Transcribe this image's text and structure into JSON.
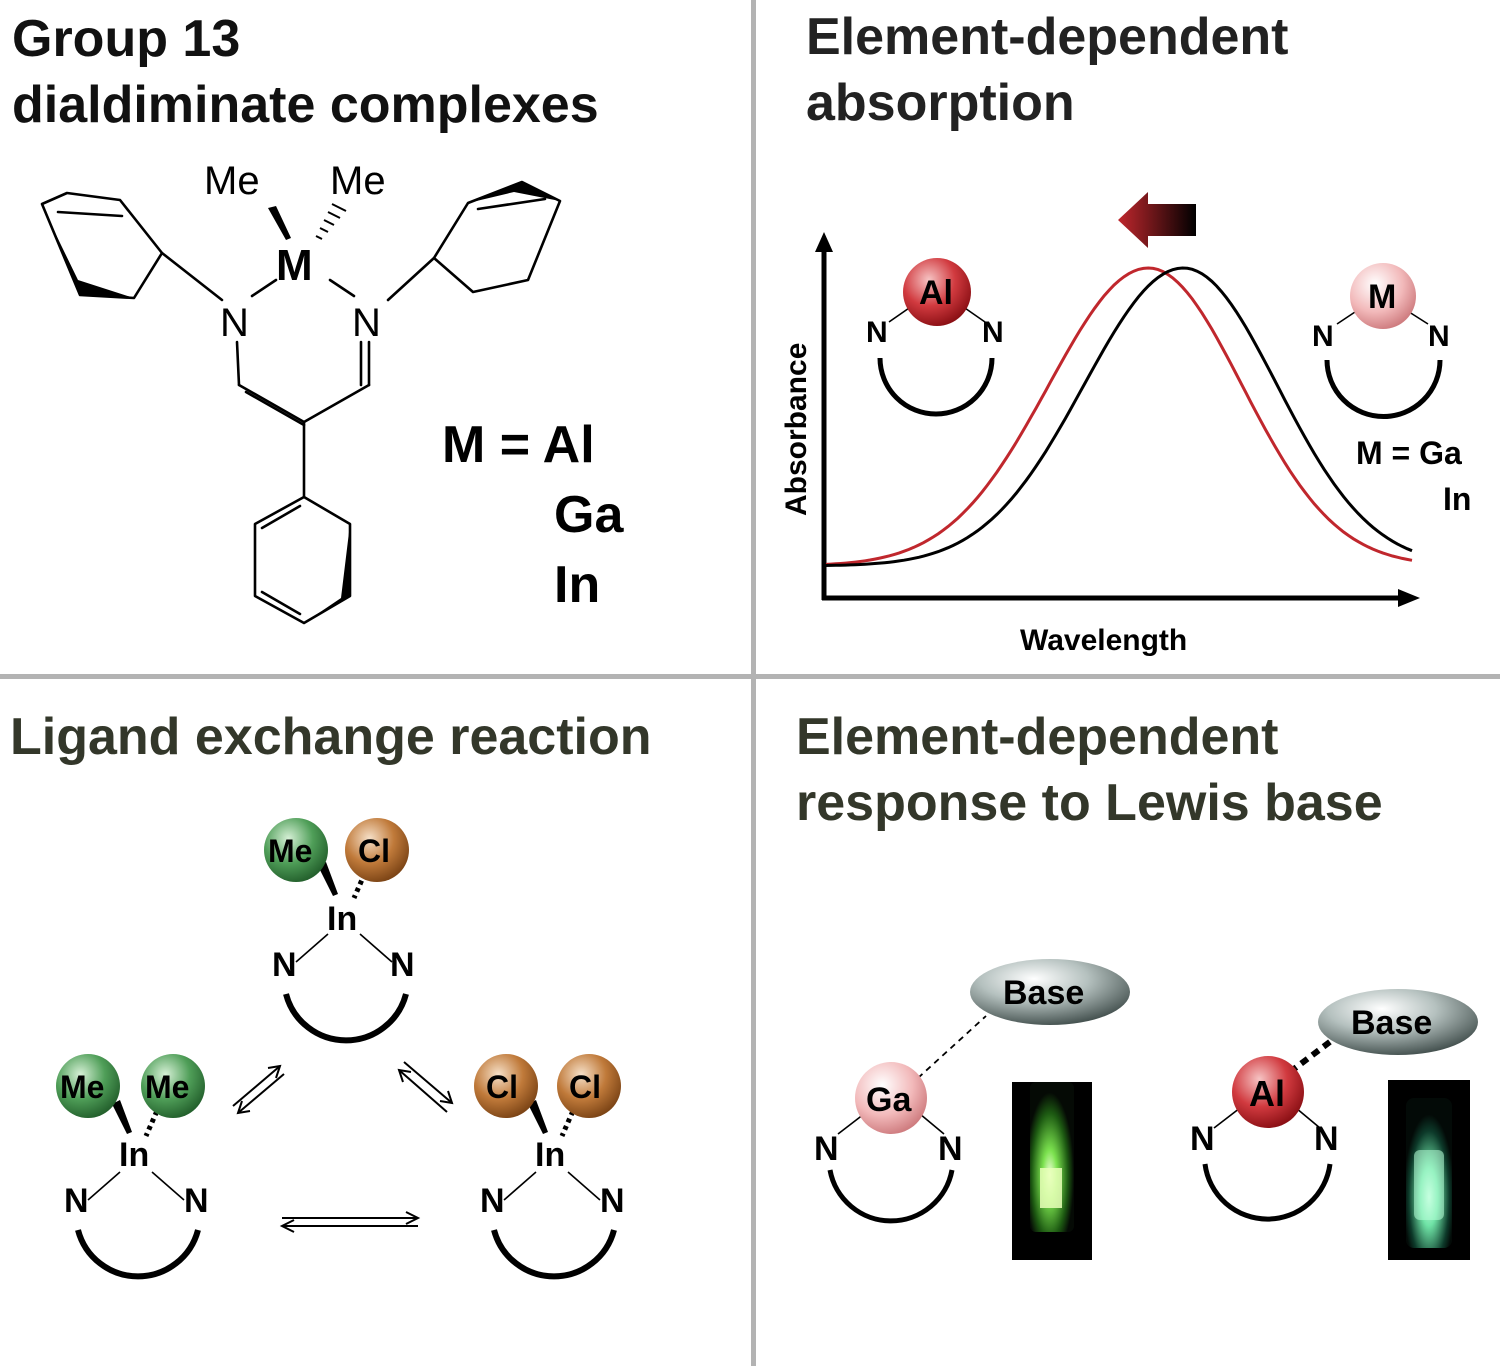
{
  "panels": {
    "top_left": {
      "title_line1": "Group 13",
      "title_line2": "dialdiminate complexes",
      "methyl_left": "Me",
      "methyl_right": "Me",
      "metal_symbol": "M",
      "nitrogen": "N",
      "metal_equation": "M = Al",
      "metal_option_2": "Ga",
      "metal_option_3": "In"
    },
    "top_right": {
      "title_line1": "Element-dependent",
      "title_line2": "absorption",
      "chart_data": {
        "type": "line",
        "title": "",
        "xlabel": "Wavelength",
        "ylabel": "Absorbance",
        "x_ticks": "none",
        "y_ticks": "none",
        "series": [
          {
            "color": "#c0272d",
            "peak_x": 0.55,
            "peak_height": 1.0,
            "baseline": 0.0
          },
          {
            "color": "#000000",
            "peak_x": 0.61,
            "peak_height": 1.0,
            "baseline": 0.0
          }
        ],
        "annotation": "arrow pointing toward shorter wavelength (blue shift of Al complex)"
      },
      "al_label": "Al",
      "m_label": "M",
      "nitrogen": "N",
      "metal_equation": "M = Ga",
      "metal_option_2": "In"
    },
    "bottom_left": {
      "title": "Ligand exchange reaction",
      "top_complex": {
        "ligand1": "Me",
        "ligand2": "Cl",
        "metal": "In"
      },
      "left_complex": {
        "ligand1": "Me",
        "ligand2": "Me",
        "metal": "In"
      },
      "right_complex": {
        "ligand1": "Cl",
        "ligand2": "Cl",
        "metal": "In"
      },
      "nitrogen": "N"
    },
    "bottom_right": {
      "title_line1": "Element-dependent",
      "title_line2": "response to Lewis base",
      "ga_complex": {
        "metal": "Ga",
        "base": "Base"
      },
      "al_complex": {
        "metal": "Al",
        "base": "Base"
      },
      "nitrogen": "N"
    }
  },
  "colors": {
    "divider": "#b3b3b3",
    "al_red": "#c0272d",
    "ga_pink": "#e8a0a2",
    "me_green": "#3e8e4a",
    "cl_orange": "#b56b2a",
    "base_gray": "#5d6b69",
    "emission_green": "#7cf25a"
  }
}
